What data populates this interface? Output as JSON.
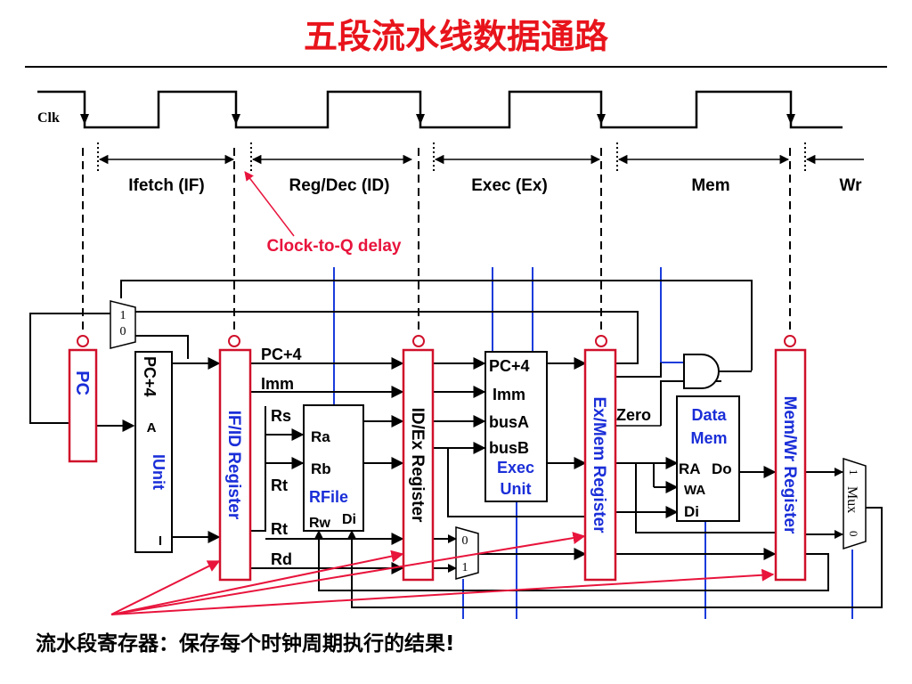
{
  "slide": {
    "title": "五段流水线数据通路",
    "footer_note": "流水段寄存器：保存每个时钟周期执行的结果!"
  },
  "clock": {
    "label": "Clk"
  },
  "stages": {
    "if": "Ifetch (IF)",
    "id": "Reg/Dec (ID)",
    "ex": "Exec (Ex)",
    "mem": "Mem",
    "wr": "Wr"
  },
  "annotations": {
    "clock_to_q": "Clock-to-Q delay"
  },
  "registers": {
    "pc": "PC",
    "if_id": "IF/ID Register",
    "id_ex": "ID/Ex Register",
    "ex_mem": "Ex/Mem Register",
    "mem_wr": "Mem/Wr Register"
  },
  "iunit": {
    "pc4": "PC+4",
    "a": "A",
    "name": "IUnit",
    "i": "I"
  },
  "rfile": {
    "ra": "Ra",
    "rb": "Rb",
    "name": "RFile",
    "rw": "Rw",
    "di": "Di"
  },
  "exec_unit": {
    "pc4": "PC+4",
    "imm": "Imm",
    "busa": "busA",
    "busb": "busB",
    "name_line1": "Exec",
    "name_line2": "Unit",
    "zero": "Zero"
  },
  "data_mem": {
    "name_line1": "Data",
    "name_line2": "Mem",
    "ra": "RA",
    "do": "Do",
    "wa": "WA",
    "di": "Di"
  },
  "signals": {
    "pc4": "PC+4",
    "imm": "Imm",
    "rs": "Rs",
    "rt1": "Rt",
    "rt2": "Rt",
    "rd": "Rd"
  },
  "muxes": {
    "pc_mux_one": "1",
    "pc_mux_zero": "0",
    "regdst_zero": "0",
    "regdst_one": "1",
    "wb_mux_one": "1",
    "wb_mux_label": "Mux",
    "wb_mux_zero": "0"
  },
  "colors": {
    "title": "#e8141c",
    "register_border": "#d0102a",
    "register_text": "#1a2ed8",
    "control_line": "#1a3cdc",
    "arrow_red": "#e8143c",
    "ink": "#000000"
  }
}
